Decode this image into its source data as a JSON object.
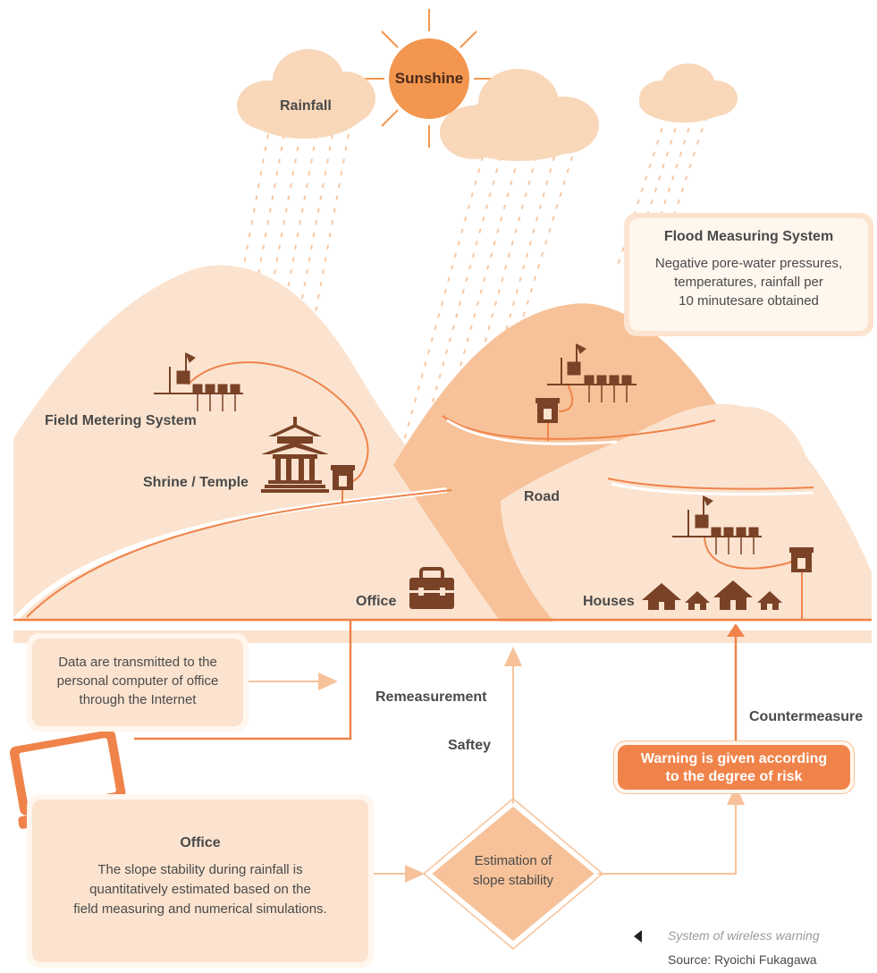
{
  "colors": {
    "light_bg": "#fbe3cf",
    "mid_orange": "#f7c299",
    "orange": "#f0834a",
    "dark_brown": "#7a4226",
    "text": "#4a4a4a",
    "sun": "#f3964f",
    "cloud": "#f9d7b9"
  },
  "labels": {
    "sunshine": "Sunshine",
    "rainfall": "Rainfall",
    "field_metering_system": "Field Metering System",
    "shrine_temple": "Shrine / Temple",
    "road": "Road",
    "office_top": "Office",
    "houses": "Houses",
    "remeasurement": "Remeasurement",
    "saftey": "Saftey",
    "countermeasure": "Countermeasure"
  },
  "flood_box": {
    "title": "Flood Measuring System",
    "lines": [
      "Negative pore-water pressures,",
      "temperatures, rainfall per",
      "10 minutesare obtained"
    ]
  },
  "data_box": {
    "lines": [
      "Data are transmitted to the",
      "personal computer of office",
      "through the Internet"
    ]
  },
  "office_box": {
    "title": "Office",
    "lines": [
      "The slope stability during rainfall is",
      "quantitatively estimated based on the",
      "field measuring and numerical simulations."
    ]
  },
  "diamond": {
    "lines": [
      "Estimation of",
      "slope stability"
    ]
  },
  "warning_box": {
    "lines": [
      "Warning is given according",
      "to the degree of risk"
    ]
  },
  "caption": {
    "title": "System of wireless warning",
    "source": "Source: Ryoichi Fukagawa"
  },
  "icons": {
    "sun": "sun-icon",
    "cloud": "cloud-icon",
    "shrine": "shrine-icon",
    "briefcase": "briefcase-icon",
    "house": "house-icon",
    "laptop": "laptop-icon",
    "sensor": "sensor-icon",
    "station": "station-icon"
  }
}
